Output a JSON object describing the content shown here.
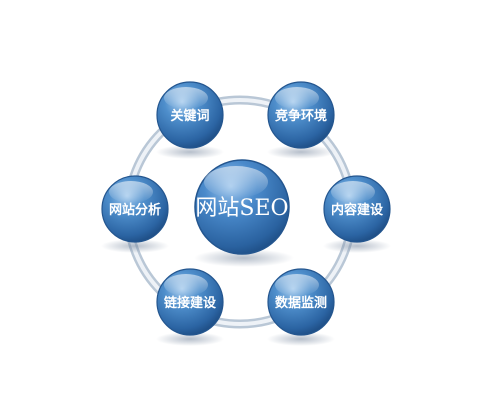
{
  "diagram": {
    "center": {
      "label": "网站SEO"
    },
    "nodes": [
      {
        "id": "keywords",
        "label": "关键词"
      },
      {
        "id": "competition",
        "label": "竞争环境"
      },
      {
        "id": "content",
        "label": "内容建设"
      },
      {
        "id": "monitoring",
        "label": "数据监测"
      },
      {
        "id": "links",
        "label": "链接建设"
      },
      {
        "id": "analysis",
        "label": "网站分析"
      }
    ],
    "colors": {
      "node_fill": "#2f6fb0",
      "node_highlight": "#9cc4ea",
      "node_shadow": "#173f6b",
      "ring": "#c5d2e0",
      "ring_inner": "#e8eef5"
    }
  }
}
